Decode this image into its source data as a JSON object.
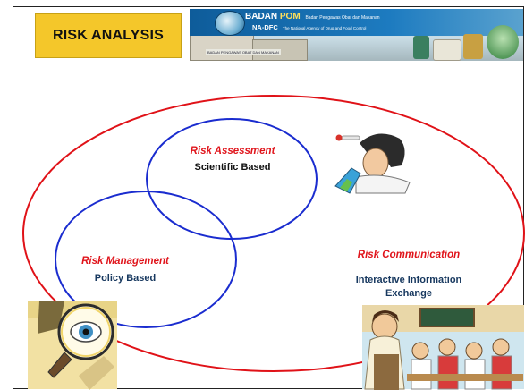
{
  "slide": {
    "title": "RISK ANALYSIS"
  },
  "banner": {
    "agency_name": "BADAN",
    "agency_name_highlight": "POM",
    "agency_tagline": "Badan Pengawas Obat dan Makanan",
    "agency_code": "NA-DFC",
    "agency_code_desc": "The National Agency of Drug and Food Control",
    "building_sign": "BADAN PENGAWAS OBAT DAN MAKANAN"
  },
  "diagram": {
    "outer_ring_color": "#e01218",
    "inner_ring_color": "#1a2ccf",
    "risk_assessment": {
      "heading": "Risk Assessment",
      "subtitle": "Scientific Based"
    },
    "risk_management": {
      "heading": "Risk Management",
      "subtitle": "Policy Based"
    },
    "risk_communication": {
      "heading": "Risk Communication",
      "subtitle_line1": "Interactive Information",
      "subtitle_line2": "Exchange"
    }
  },
  "illustrations": {
    "scientist": "scientist-icon",
    "detective": "magnifier-eye-icon",
    "classroom": "classroom-students-icon"
  }
}
